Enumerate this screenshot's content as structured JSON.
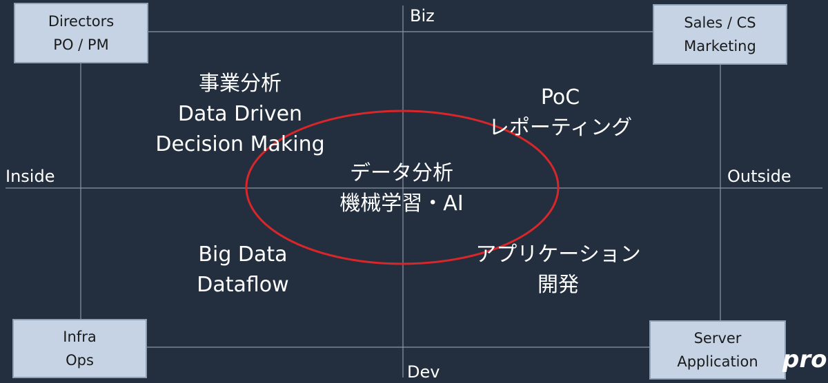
{
  "colors": {
    "background": "#232f3e",
    "box_fill": "#c5d3e4",
    "box_border": "#8fa1b6",
    "line": "#8a96a6",
    "ellipse": "#d9262b",
    "text": "#ffffff"
  },
  "axes": {
    "top": "Biz",
    "bottom": "Dev",
    "left": "Inside",
    "right": "Outside"
  },
  "corners": {
    "top_left": [
      "Directors",
      "PO / PM"
    ],
    "top_right": [
      "Sales / CS",
      "Marketing"
    ],
    "bottom_left": [
      "Infra",
      "Ops"
    ],
    "bottom_right": [
      "Server",
      "Application"
    ]
  },
  "quadrants": {
    "top_left": [
      "事業分析",
      "Data Driven",
      "Decision Making"
    ],
    "top_right": [
      "PoC",
      "レポーティング"
    ],
    "bottom_left": [
      "Big Data",
      "Dataflow"
    ],
    "bottom_right": [
      "アプリケーション",
      "開発"
    ],
    "center": [
      "データ分析",
      "機械学習・AI"
    ]
  },
  "brand_fragment": "pro"
}
